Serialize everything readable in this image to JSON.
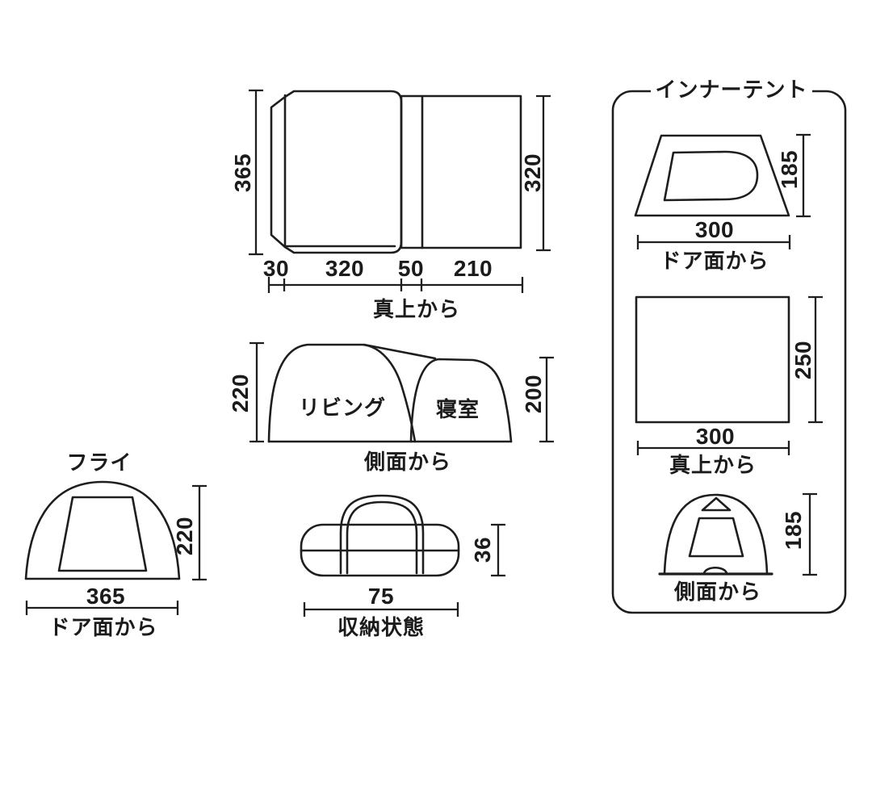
{
  "top_view": {
    "label": "真上から",
    "dim_left": "365",
    "dim_right": "320",
    "dims_bottom": [
      "30",
      "320",
      "50",
      "210"
    ]
  },
  "side_view": {
    "label": "側面から",
    "dim_left": "220",
    "dim_right": "200",
    "room_left": "リビング",
    "room_right": "寝室"
  },
  "fly": {
    "title": "フライ",
    "dim_height": "220",
    "dim_width": "365",
    "label": "ドア面から"
  },
  "storage": {
    "label": "収納状態",
    "dim_width": "75",
    "dim_height": "36"
  },
  "inner_tent": {
    "title": "インナーテント",
    "front_view": {
      "dim_height": "185",
      "dim_width": "300",
      "label": "ドア面から"
    },
    "top_view": {
      "dim_height": "250",
      "dim_width": "300",
      "label": "真上から"
    },
    "side_view": {
      "dim_height": "185",
      "label": "側面から"
    }
  },
  "colors": {
    "line": "#1e1e1e",
    "background": "#ffffff"
  }
}
